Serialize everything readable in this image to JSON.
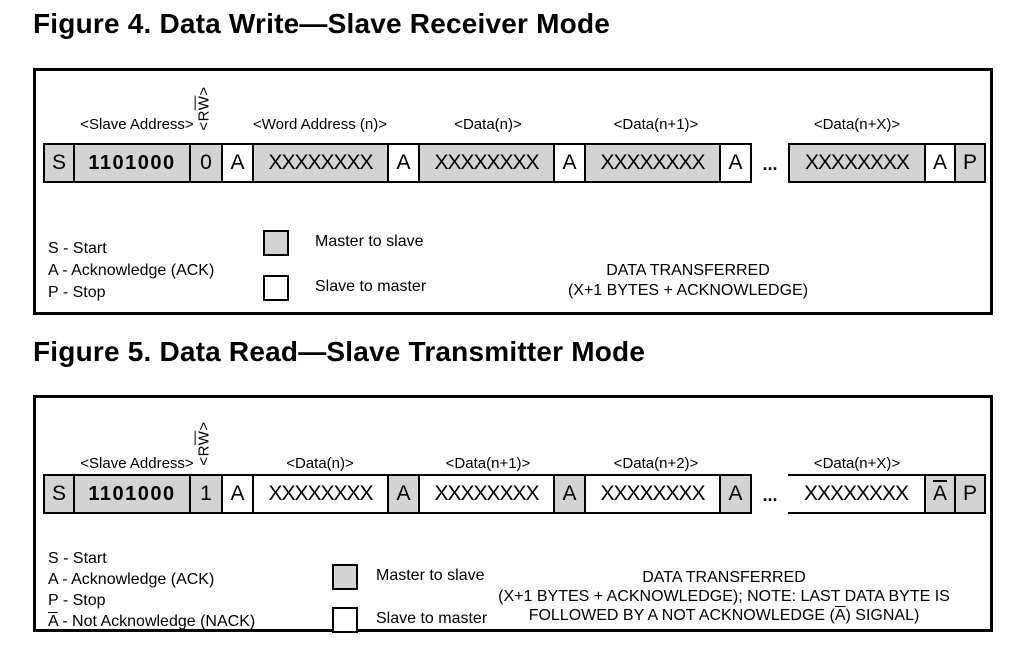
{
  "colors": {
    "master_fill": "#d3d3d3",
    "slave_fill": "#ffffff",
    "border": "#000000"
  },
  "figure4": {
    "title": "Figure 4. Data Write—Slave Receiver Mode",
    "rw": {
      "pre": "<R",
      "bar": "W",
      "post": ">"
    },
    "field_labels": {
      "slave_address": "<Slave Address>",
      "word_address": "<Word Address (n)>",
      "data_n": "<Data(n)>",
      "data_n1": "<Data(n+1)>",
      "data_nx": "<Data(n+X)>"
    },
    "cells": {
      "start": "S",
      "slave_address": "1101000",
      "rw_bit": "0",
      "ack1": "A",
      "word_address": "XXXXXXXX",
      "ack2": "A",
      "data1": "XXXXXXXX",
      "ack3": "A",
      "data2": "XXXXXXXX",
      "ack4": "A",
      "ellipsis": "...",
      "data_x": "XXXXXXXX",
      "ack5": "A",
      "stop": "P"
    },
    "legend": [
      {
        "sym": "S",
        "rest": " - Start"
      },
      {
        "sym": "A",
        "rest": " - Acknowledge (ACK)"
      },
      {
        "sym": "P",
        "rest": " - Stop"
      }
    ],
    "key": {
      "master": "Master to slave",
      "slave": "Slave to master"
    },
    "note": {
      "line1": "DATA TRANSFERRED",
      "line2": "(X+1 BYTES + ACKNOWLEDGE)"
    }
  },
  "figure5": {
    "title": "Figure 5. Data Read—Slave Transmitter Mode",
    "rw": {
      "pre": "<R",
      "bar": "W",
      "post": ">"
    },
    "field_labels": {
      "slave_address": "<Slave Address>",
      "data_n": "<Data(n)>",
      "data_n1": "<Data(n+1)>",
      "data_n2": "<Data(n+2)>",
      "data_nx": "<Data(n+X)>"
    },
    "cells": {
      "start": "S",
      "slave_address": "1101000",
      "rw_bit": "1",
      "ack1": "A",
      "data1": "XXXXXXXX",
      "ack2": "A",
      "data2": "XXXXXXXX",
      "ack3": "A",
      "data3": "XXXXXXXX",
      "ack4": "A",
      "ellipsis": "...",
      "data_x": "XXXXXXXX",
      "nack": "A",
      "stop": "P"
    },
    "legend": [
      {
        "sym": "S",
        "rest": " - Start"
      },
      {
        "sym": "A",
        "rest": " - Acknowledge (ACK)"
      },
      {
        "sym": "P",
        "rest": " - Stop"
      },
      {
        "sym": "A",
        "rest": " - Not Acknowledge (NACK)"
      }
    ],
    "key": {
      "master": "Master to slave",
      "slave": "Slave to master"
    },
    "note": {
      "line1": "DATA TRANSFERRED",
      "line2": "(X+1 BYTES + ACKNOWLEDGE); NOTE: LAST DATA BYTE IS",
      "line3": {
        "pre": "FOLLOWED BY A NOT ACKNOWLEDGE (",
        "bar": "A",
        "post": ") SIGNAL)"
      }
    }
  }
}
